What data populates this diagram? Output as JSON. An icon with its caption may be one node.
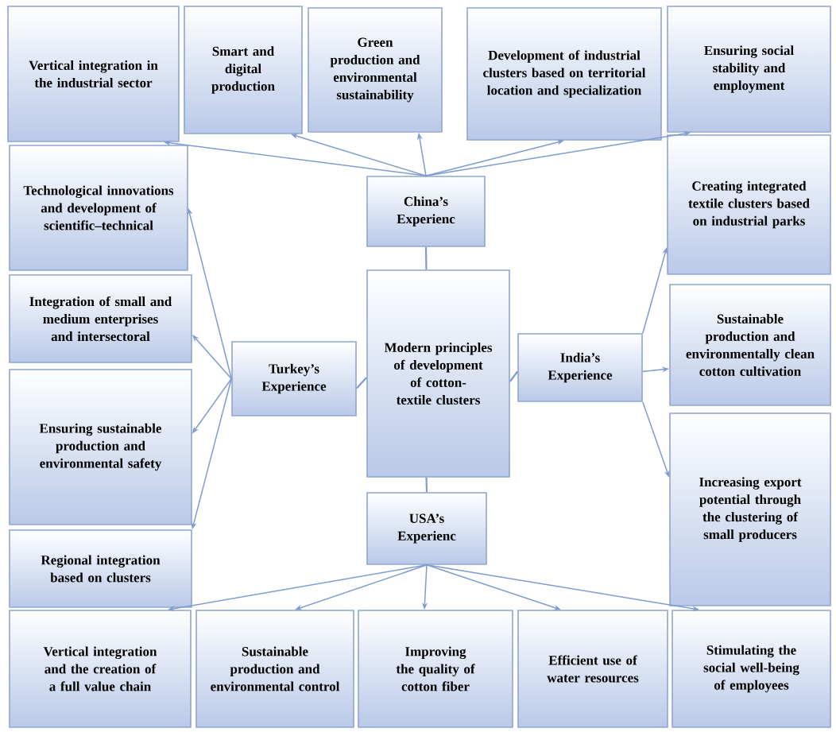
{
  "diagram": {
    "nodes": [
      {
        "text": [
          "Vertical integration in the industrial sector"
        ]
      },
      {
        "text": [
          "Smart and digital production"
        ]
      },
      {
        "text": [
          "Green production and environmental sustainability"
        ]
      },
      {
        "text": [
          "Development of industrial clusters based on territorial location and specialization"
        ]
      },
      {
        "text": [
          "Ensuring social stability and employment"
        ]
      },
      {
        "text": [
          "Technological innovations and development of scientific–technical"
        ]
      },
      {
        "text": [
          "Integration of small and medium enterprises and intersectoral"
        ]
      },
      {
        "text": [
          "Ensuring sustainable production and environmental safety"
        ]
      },
      {
        "text": [
          "Regional integration based on clusters"
        ]
      },
      {
        "text": [
          "Modern principles of development of cotton-textile clusters"
        ]
      },
      {
        "text": [
          "China’s Experienc"
        ]
      },
      {
        "text": [
          "Turkey’s Experience"
        ]
      },
      {
        "text": [
          "India’s Experience"
        ]
      },
      {
        "text": [
          "USA’s Experienc"
        ]
      },
      {
        "text": [
          "Creating integrated textile clusters based on industrial parks"
        ]
      },
      {
        "text": [
          "Sustainable production and environmentally clean cotton cultivation"
        ]
      },
      {
        "text": [
          "Increasing export potential through the clustering of small producers"
        ]
      },
      {
        "text": [
          "Vertical integration and the creation of a full value chain"
        ]
      },
      {
        "text": [
          "Sustainable production and environmental control"
        ]
      },
      {
        "text": [
          "Improving the quality of cotton fiber"
        ]
      },
      {
        "text": [
          "Efficient use of water resources"
        ]
      },
      {
        "text": [
          "Stimulating the social well-being of employees"
        ]
      }
    ],
    "edges": [
      {
        "from": 9,
        "to": 10,
        "arrow": "none"
      },
      {
        "from": 9,
        "to": 11,
        "arrow": "none"
      },
      {
        "from": 9,
        "to": 12,
        "arrow": "none"
      },
      {
        "from": 9,
        "to": 13,
        "arrow": "none"
      },
      {
        "from": 10,
        "to": 0,
        "arrow": "to"
      },
      {
        "from": 10,
        "to": 1,
        "arrow": "to"
      },
      {
        "from": 10,
        "to": 2,
        "arrow": "to"
      },
      {
        "from": 10,
        "to": 3,
        "arrow": "to"
      },
      {
        "from": 10,
        "to": 4,
        "arrow": "to"
      },
      {
        "from": 11,
        "to": 5,
        "arrow": "to"
      },
      {
        "from": 11,
        "to": 6,
        "arrow": "to"
      },
      {
        "from": 11,
        "to": 7,
        "arrow": "to"
      },
      {
        "from": 11,
        "to": 8,
        "arrow": "to"
      },
      {
        "from": 12,
        "to": 14,
        "arrow": "to"
      },
      {
        "from": 12,
        "to": 15,
        "arrow": "to"
      },
      {
        "from": 12,
        "to": 16,
        "arrow": "to"
      },
      {
        "from": 13,
        "to": 17,
        "arrow": "to"
      },
      {
        "from": 13,
        "to": 18,
        "arrow": "to"
      },
      {
        "from": 13,
        "to": 19,
        "arrow": "to"
      },
      {
        "from": 13,
        "to": 20,
        "arrow": "to"
      },
      {
        "from": 13,
        "to": 21,
        "arrow": "to"
      }
    ]
  }
}
